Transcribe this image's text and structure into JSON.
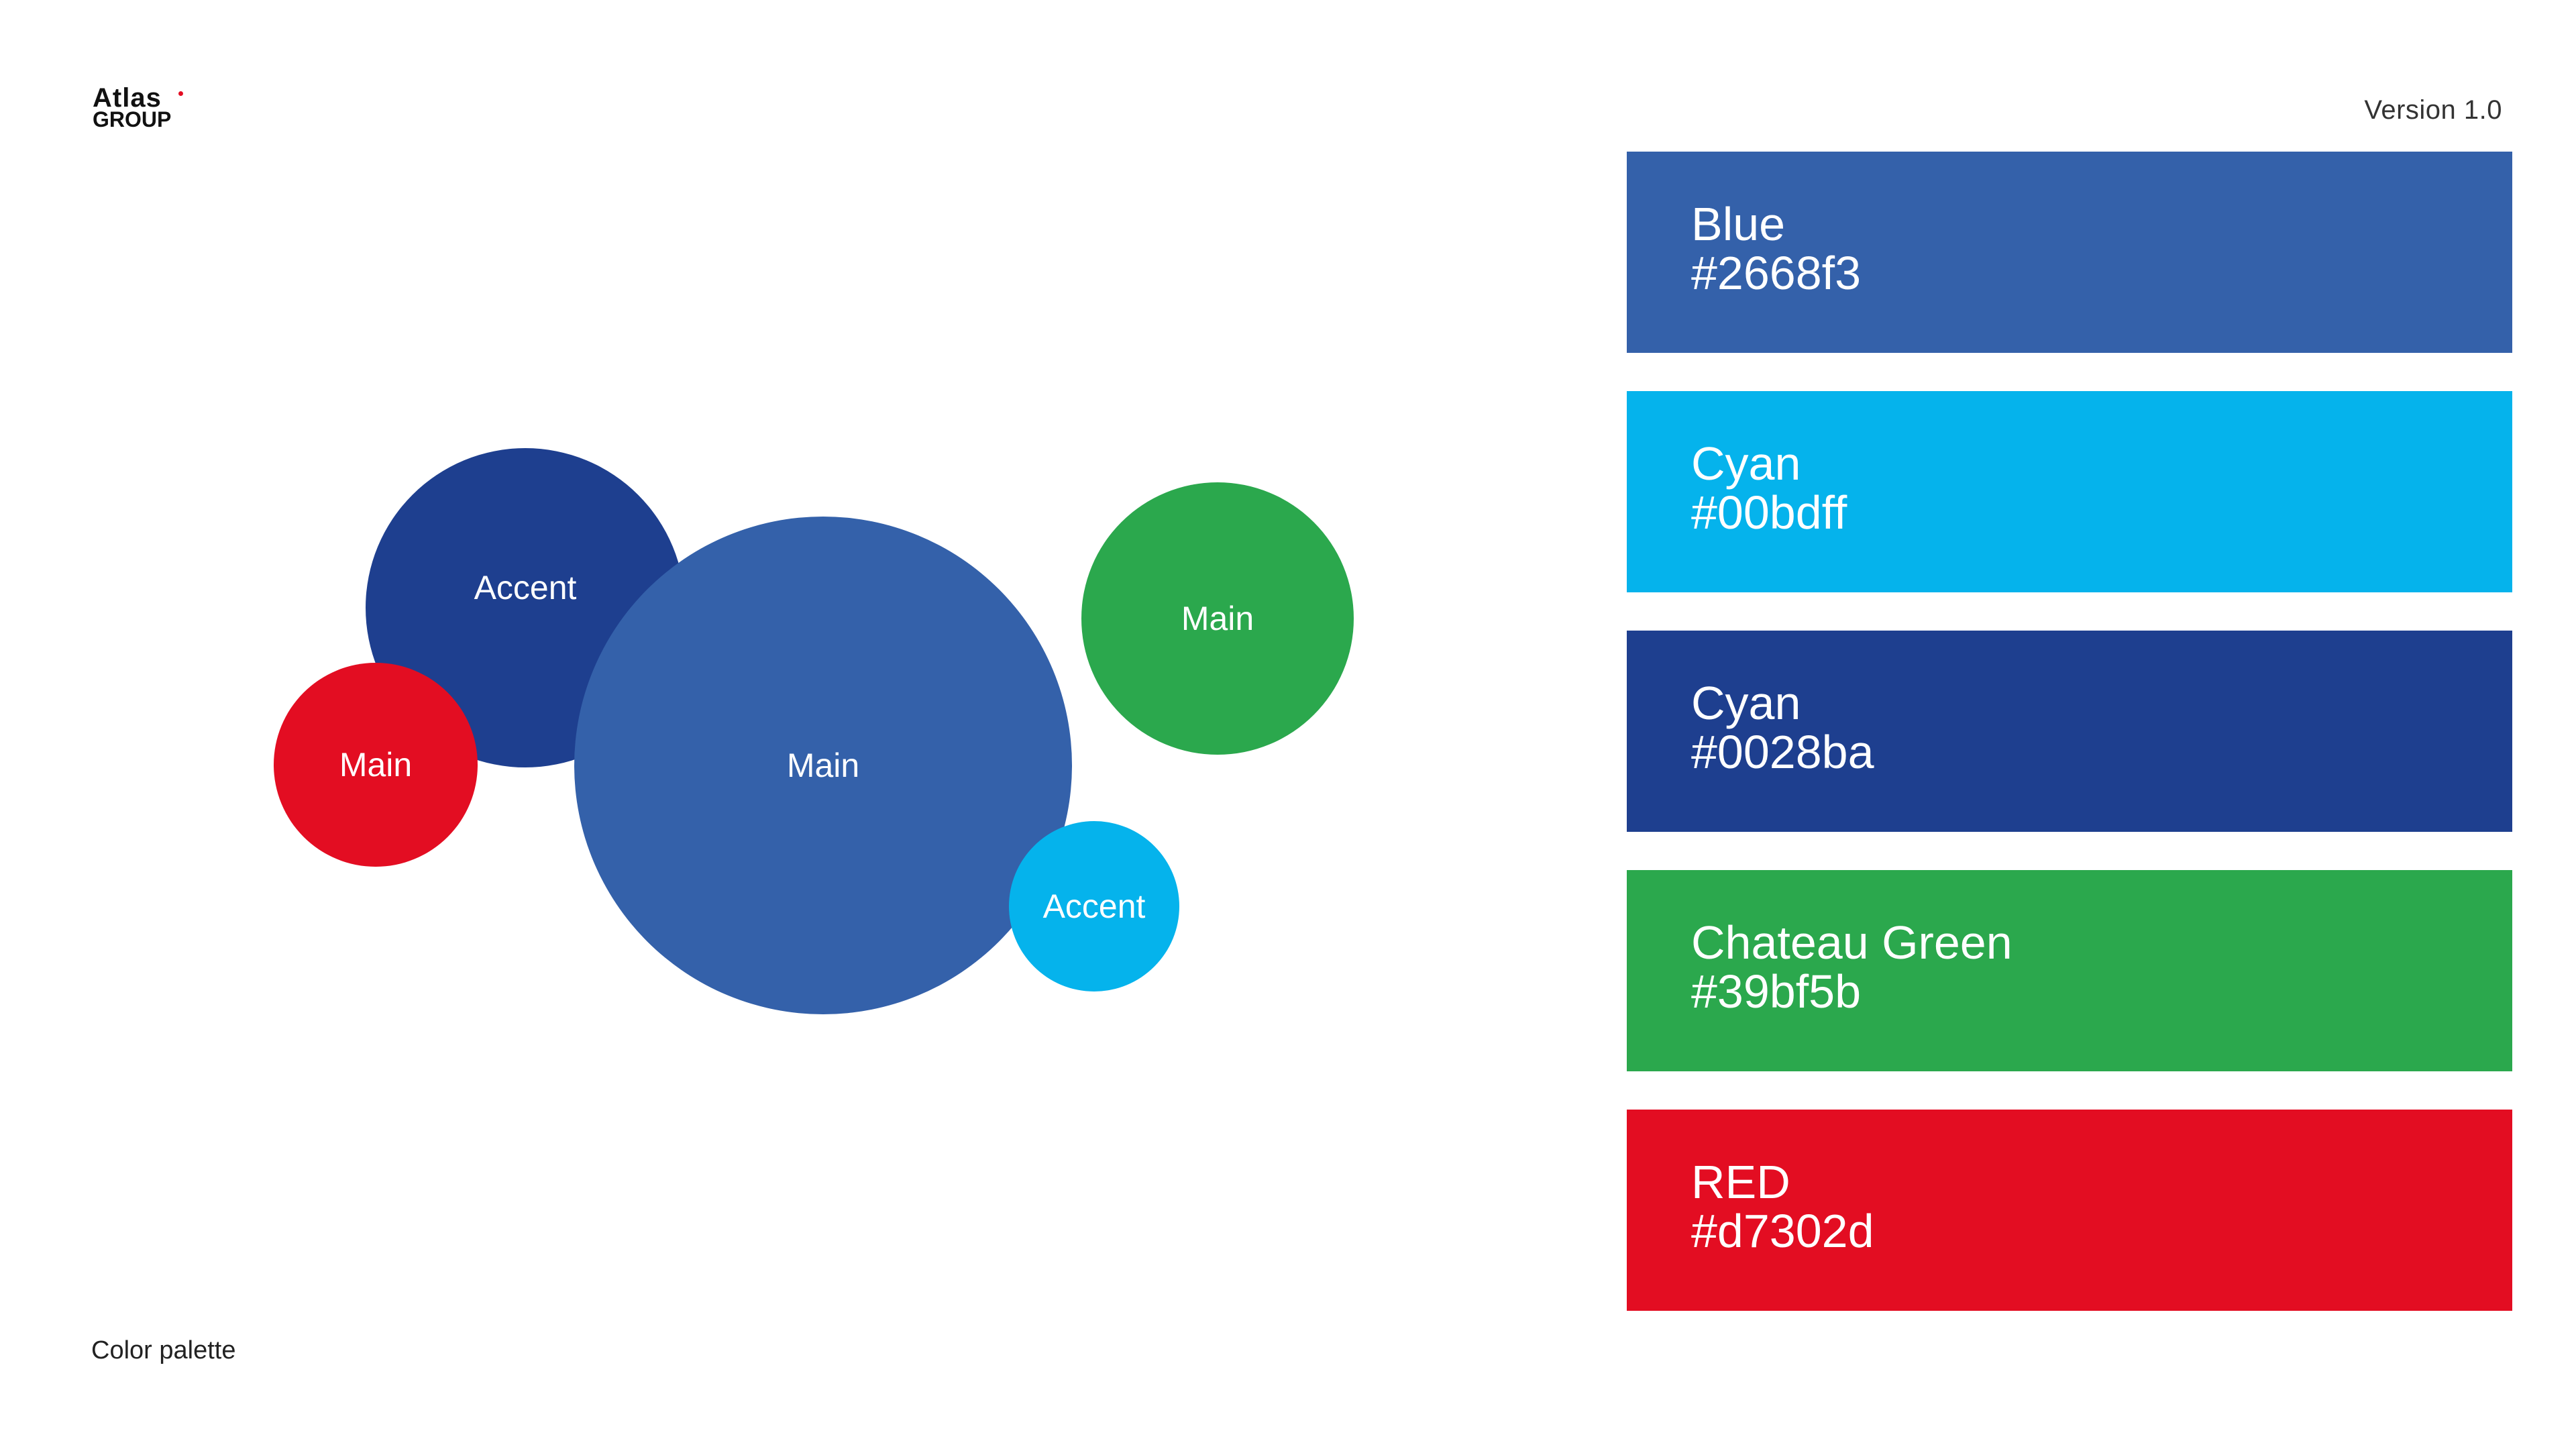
{
  "header": {
    "logo_line1": "Atlas",
    "logo_line2": "GROUP",
    "version": "Version 1.0"
  },
  "footer": {
    "label": "Color palette"
  },
  "bubbles": [
    {
      "label": "Accent",
      "color": "#1e3f8f"
    },
    {
      "label": "Main",
      "color": "#3461aa"
    },
    {
      "label": "Main",
      "color": "#e30d22"
    },
    {
      "label": "Main",
      "color": "#2ba84d"
    },
    {
      "label": "Accent",
      "color": "#05b3ec"
    }
  ],
  "swatches": [
    {
      "name": "Blue",
      "hex": "#2668f3",
      "display_color": "#3461aa"
    },
    {
      "name": "Cyan",
      "hex": "#00bdff",
      "display_color": "#05b3ec"
    },
    {
      "name": "Cyan",
      "hex": "#0028ba",
      "display_color": "#1e3f8f"
    },
    {
      "name": "Chateau Green",
      "hex": "#39bf5b",
      "display_color": "#2ba84d"
    },
    {
      "name": "RED",
      "hex": "#d7302d",
      "display_color": "#e30d22"
    }
  ]
}
